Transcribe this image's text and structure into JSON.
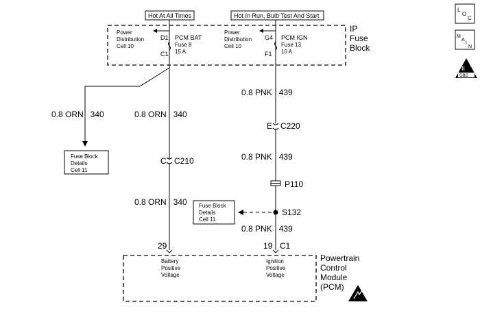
{
  "header": {
    "hot_at_all_times": "Hot At All Times",
    "hot_in_run": "Hot In Run, Bulb Test And Start"
  },
  "fuse_block": {
    "title_line1": "IP",
    "title_line2": "Fuse",
    "title_line3": "Block",
    "left_power_dist": [
      "Power",
      "Distribution",
      "Cell 10"
    ],
    "left_fuse": [
      "PCM BAT",
      "Fuse 8",
      "15 A"
    ],
    "left_top_pin": "D1",
    "left_bottom_pin": "C1",
    "right_power_dist": [
      "Power",
      "Distribution",
      "Cell 10"
    ],
    "right_fuse": [
      "PCM IGN",
      "Fuse 13",
      "10 A"
    ],
    "right_top_pin": "G4",
    "right_bottom_pin": "F1"
  },
  "wires": {
    "branch_left": "0.8 ORN   340",
    "left_1": "0.8 ORN   340",
    "left_2": "0.8 ORN   340",
    "right_1": "0.8 PNK   439",
    "right_2": "0.8 PNK   439",
    "right_3": "0.8 PNK   439"
  },
  "connectors": {
    "c210_pin": "C",
    "c210": "C210",
    "c220_pin": "E",
    "c220": "C220",
    "p110": "P110",
    "s132": "S132"
  },
  "refs": {
    "fuse_block_details_1": [
      "Fuse Block",
      "Details",
      "Cell 11"
    ],
    "fuse_block_details_2": [
      "Fuse Block",
      "Details",
      "Cell 11"
    ]
  },
  "pcm": {
    "pin_left": "29",
    "pin_right": "19",
    "pin_conn": "C1",
    "label_left": [
      "Battery",
      "Positive",
      "Voltage"
    ],
    "label_right": [
      "Ignition",
      "Positive",
      "Voltage"
    ],
    "title": [
      "Powertrain",
      "Control",
      "Module",
      "(PCM)"
    ]
  },
  "icons": {
    "loc": "LOC",
    "main": "MAIN",
    "obd": "OBD II"
  }
}
